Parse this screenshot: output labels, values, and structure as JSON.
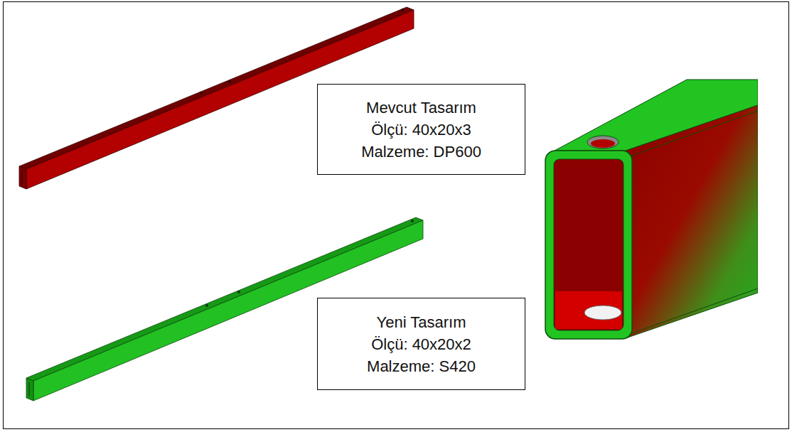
{
  "diagram": {
    "nodes": [
      {
        "text": [
          "Mevcut Tasarım",
          "Ölçü: 40x20x3",
          "Malzeme: DP600"
        ]
      },
      {
        "text": [
          "Yeni Tasarım",
          "Ölçü: 40x20x2",
          "Malzeme: S420"
        ]
      }
    ]
  }
}
